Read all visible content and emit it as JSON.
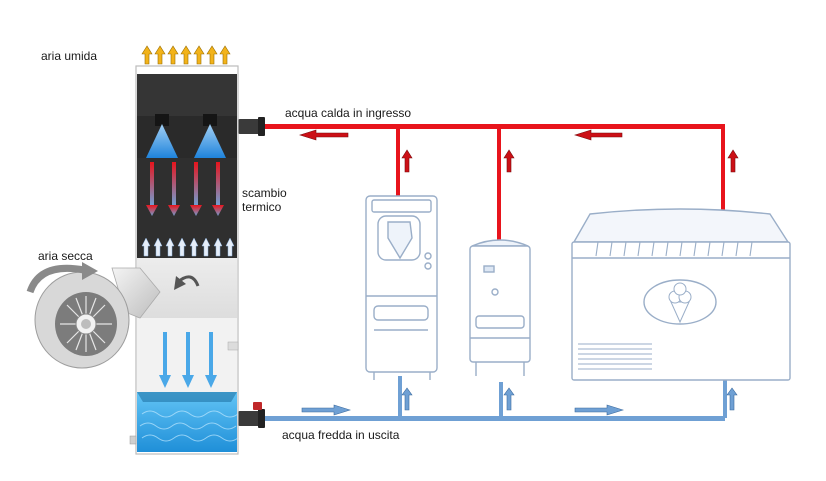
{
  "labels": {
    "humid_air": "aria umida",
    "dry_air": "aria secca",
    "heat_exchange": "scambio termico",
    "hot_water_in": "acqua calda in ingresso",
    "cold_water_out": "acqua fredda in uscita"
  },
  "colors": {
    "hot_pipe": "#e8141c",
    "cold_pipe": "#6fa0d4",
    "tower_dark": "#2a2a2a",
    "water": "#2b9fe0",
    "outline": "#9aaec8",
    "arrow_yellow": "#f2b31a"
  },
  "icons": [
    "fan-icon",
    "water-spray-icon",
    "ice-cream-cone-icon",
    "flow-arrow-icon"
  ]
}
